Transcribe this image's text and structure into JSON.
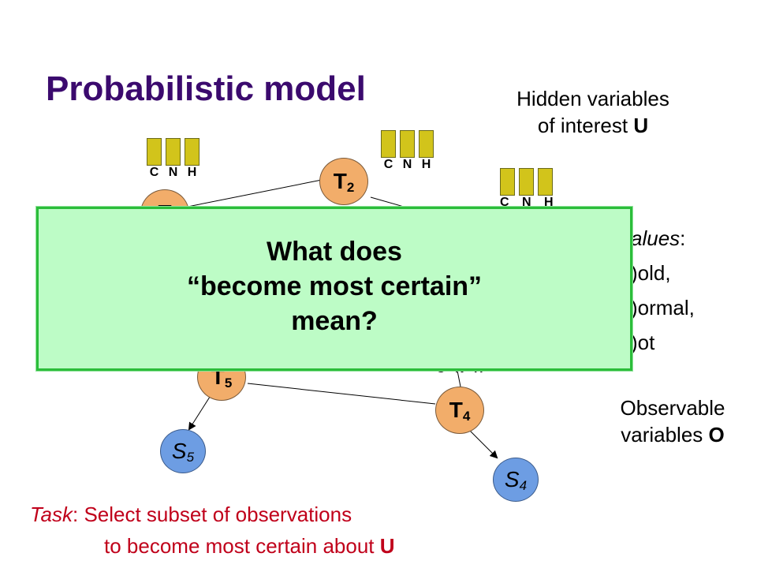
{
  "title": "Probabilistic model",
  "hidden": {
    "line1": "Hidden variables",
    "line2": "of interest",
    "var": "U"
  },
  "values": {
    "label": "alues",
    "colon": ":",
    "v1": ")old,",
    "v2": ")ormal,",
    "v3": ")ot"
  },
  "observable": {
    "line1": "Observable",
    "line2": "variables",
    "var": "O"
  },
  "bar_labels": [
    "C",
    "N",
    "H"
  ],
  "nodes": {
    "t1": {
      "base": "T",
      "sub": ""
    },
    "t2": {
      "base": "T",
      "sub": "2"
    },
    "t4": {
      "base": "T",
      "sub": "4"
    },
    "t5": {
      "base": "T",
      "sub": "5"
    },
    "s4": {
      "base": "S",
      "sub": "4"
    },
    "s5": {
      "base": "S",
      "sub": "5"
    }
  },
  "partial_labels": {
    "near_t3": "C N H",
    "near_t4": "C N H"
  },
  "task": {
    "word": "Task",
    "colon": ":",
    "line1": "Select subset of observations",
    "line2": "to become most certain about",
    "var": "U"
  },
  "overlay": {
    "line1": "What does",
    "line2": "“become most certain”",
    "line3": "mean?"
  },
  "colors": {
    "title": "#3b0a6e",
    "task": "#c0001a",
    "temp_node": "#f2ad6a",
    "sensor_node": "#6d9de3",
    "bar": "#d2c41b",
    "overlay_bg": "#bdfcc6",
    "overlay_border": "#2bbd3a"
  }
}
